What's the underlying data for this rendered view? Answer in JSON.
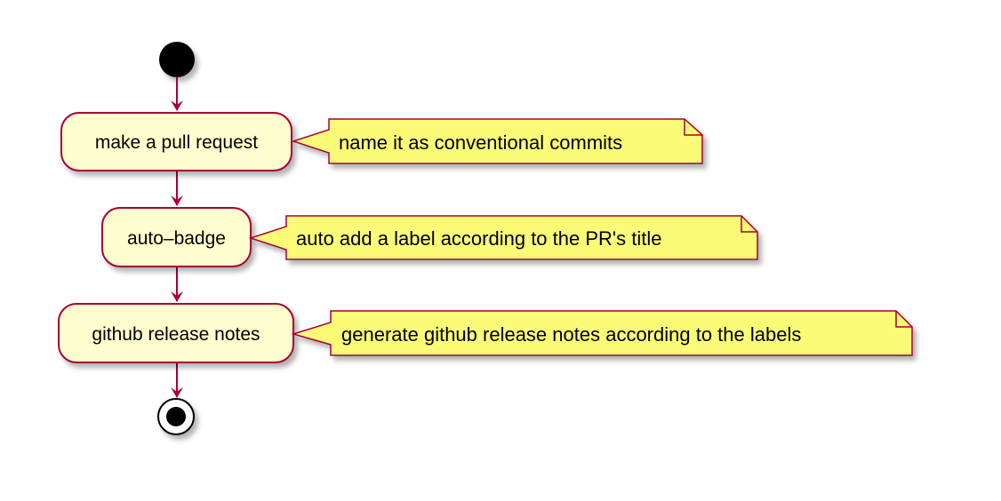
{
  "colors": {
    "activity_fill": "#fefece",
    "activity_border": "#a80036",
    "note_fill": "#fbfb77",
    "arrow": "#a80036",
    "start": "#000000",
    "shadow": "#cccccc"
  },
  "activities": [
    {
      "label": "make a pull request"
    },
    {
      "label": "auto–badge"
    },
    {
      "label": "github release notes"
    }
  ],
  "notes": [
    {
      "text": "name it as conventional commits"
    },
    {
      "text": "auto add a label according to the PR's title"
    },
    {
      "text": "generate github release notes according to the labels"
    }
  ]
}
